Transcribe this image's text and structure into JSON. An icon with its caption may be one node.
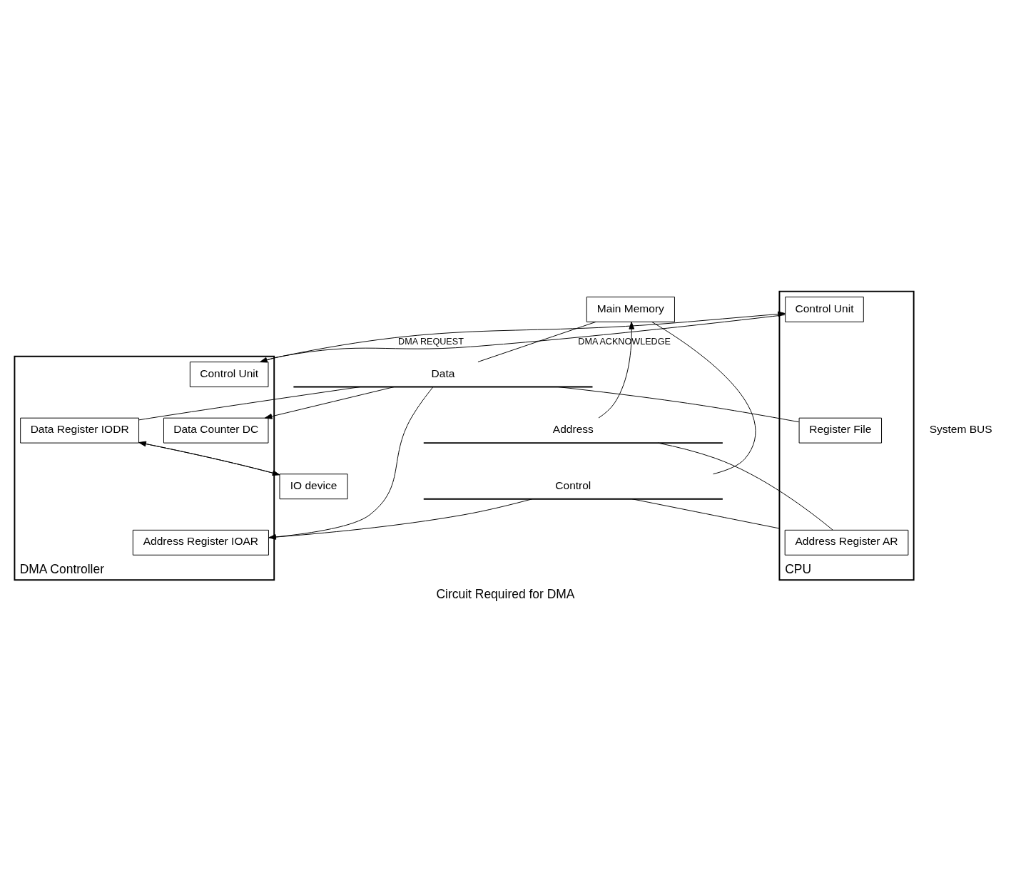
{
  "diagram": {
    "caption": "Circuit Required for DMA",
    "nodes": [
      {
        "text": [
          "Main Memory"
        ]
      },
      {
        "text": [
          "Data"
        ]
      },
      {
        "text": [
          "Address"
        ]
      },
      {
        "text": [
          "Control"
        ]
      },
      {
        "text": [
          "CPU"
        ]
      },
      {
        "text": [
          "Address Register AR"
        ],
        "in": 4
      },
      {
        "text": [
          "Register File"
        ],
        "in": 4
      },
      {
        "text": [
          "Control Unit"
        ],
        "in": 4
      },
      {
        "text": [
          "DMA Controller"
        ]
      },
      {
        "text": [
          "Data Counter DC"
        ],
        "in": 8
      },
      {
        "text": [
          "Address Register IOAR"
        ],
        "in": 8
      },
      {
        "text": [
          "Data Register IODR"
        ],
        "in": 8
      },
      {
        "text": [
          "Control Unit"
        ],
        "in": 8
      },
      {
        "text": [
          "IO device"
        ]
      }
    ],
    "edges": [
      {
        "from": 0,
        "to": 1,
        "arrow": "none"
      },
      {
        "from": 2,
        "to": 0,
        "arrow": "to"
      },
      {
        "from": 0,
        "to": 3,
        "arrow": "none"
      },
      {
        "from": 1,
        "to": 6,
        "arrow": "none"
      },
      {
        "from": 2,
        "to": 5,
        "arrow": "none"
      },
      {
        "from": 3,
        "to": 4,
        "arrow": "none"
      },
      {
        "from": 1,
        "to": 9,
        "arrow": "to"
      },
      {
        "from": 1,
        "to": 10,
        "arrow": "to"
      },
      {
        "from": 3,
        "to": 10,
        "arrow": "none"
      },
      {
        "from": 1,
        "to": 11,
        "arrow": "none"
      },
      {
        "from": 13,
        "to": 11,
        "arrow": "to"
      },
      {
        "from": 11,
        "to": 13,
        "arrow": "to"
      },
      {
        "from": 12,
        "to": 7,
        "arrow": "to",
        "label": "DMA REQUEST"
      },
      {
        "from": 7,
        "to": 12,
        "arrow": "to",
        "label": "DMA ACKNOWLEDGE"
      }
    ],
    "labels": [
      "System BUS"
    ]
  }
}
